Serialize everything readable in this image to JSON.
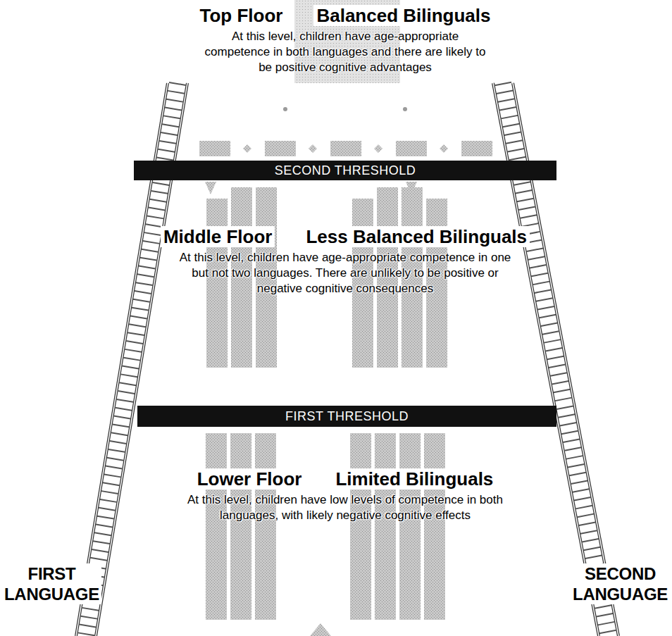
{
  "diagram": {
    "nodes": [
      {
        "text": [
          "Top Floor",
          "Balanced Bilinguals",
          "At this level, children have age-appropriate competence in both languages and there are likely to be positive cognitive advantages"
        ]
      },
      {
        "text": [
          "SECOND THRESHOLD"
        ]
      },
      {
        "text": [
          "Middle Floor",
          "Less Balanced Bilinguals",
          "At this level, children have age-appropriate competence in one but not two languages. There are unlikely to be positive or negative cognitive consequences"
        ]
      },
      {
        "text": [
          "FIRST THRESHOLD"
        ]
      },
      {
        "text": [
          "Lower Floor",
          "Limited Bilinguals",
          "At this level, children have low levels of competence in both languages, with likely negative cognitive effects"
        ]
      }
    ],
    "labels": [
      "FIRST LANGUAGE",
      "SECOND LANGUAGE"
    ]
  }
}
